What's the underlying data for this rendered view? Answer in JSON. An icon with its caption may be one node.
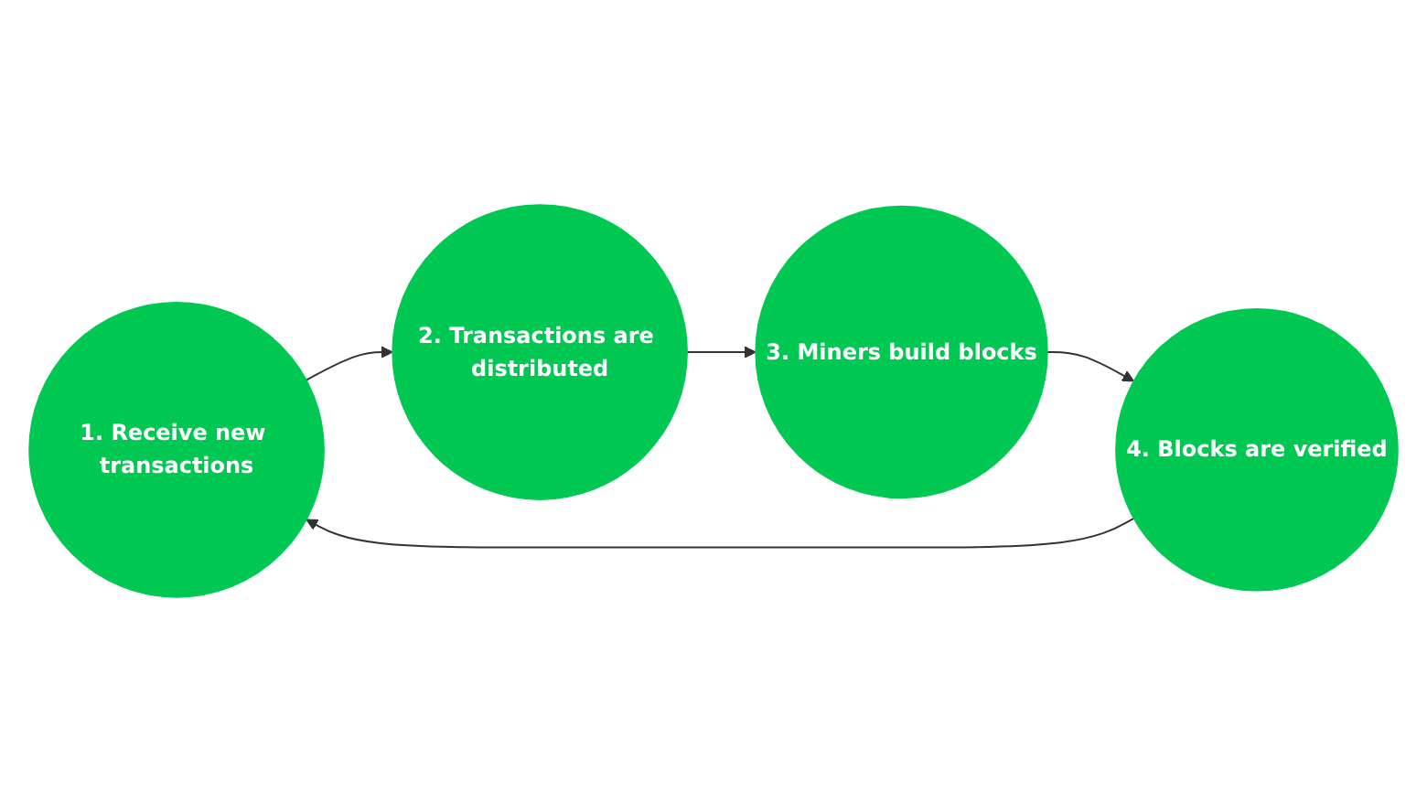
{
  "diagram": {
    "nodes": [
      {
        "text": [
          "1. Receive new transactions"
        ]
      },
      {
        "text": [
          "2. Transactions are distributed"
        ]
      },
      {
        "text": [
          "3. Miners build blocks"
        ]
      },
      {
        "text": [
          "4. Blocks are verified"
        ]
      }
    ],
    "edges": [
      {
        "from": 0,
        "to": 1,
        "arrow": "to"
      },
      {
        "from": 1,
        "to": 2,
        "arrow": "to"
      },
      {
        "from": 2,
        "to": 3,
        "arrow": "to"
      },
      {
        "from": 3,
        "to": 0,
        "arrow": "to"
      }
    ]
  }
}
